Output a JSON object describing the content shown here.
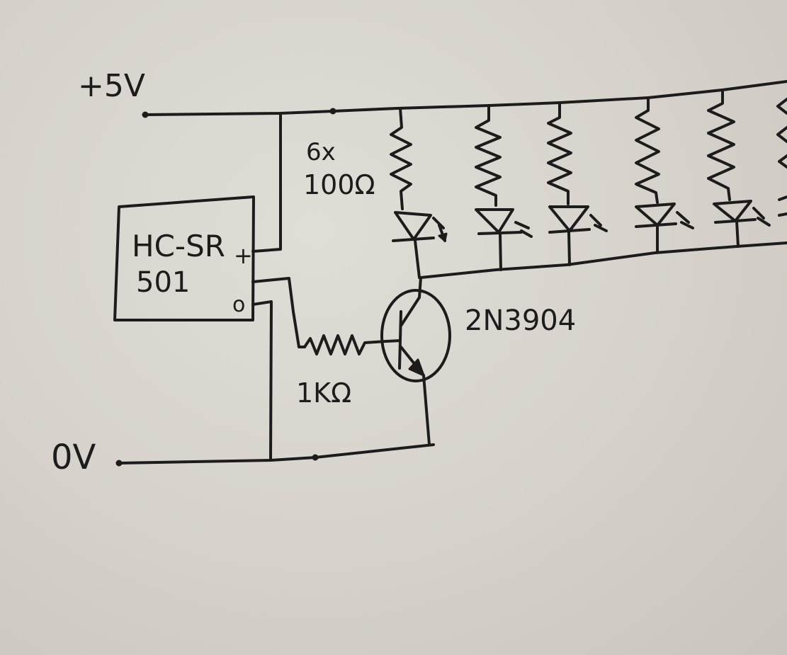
{
  "labels": {
    "supply": "+5V",
    "ground": "0V",
    "sensor_line1": "HC-SR",
    "sensor_line2": "501",
    "sensor_plus": "+",
    "sensor_out": "o",
    "resistor_count": "6x",
    "resistor_value": "100Ω",
    "base_resistor": "1KΩ",
    "transistor": "2N3904"
  },
  "branches": [
    {
      "id": 1
    },
    {
      "id": 2
    },
    {
      "id": 3
    },
    {
      "id": 4
    },
    {
      "id": 5
    },
    {
      "id": 6
    }
  ],
  "colors": {
    "ink": "#1c1c1c",
    "paper": "#dcd9d3"
  }
}
